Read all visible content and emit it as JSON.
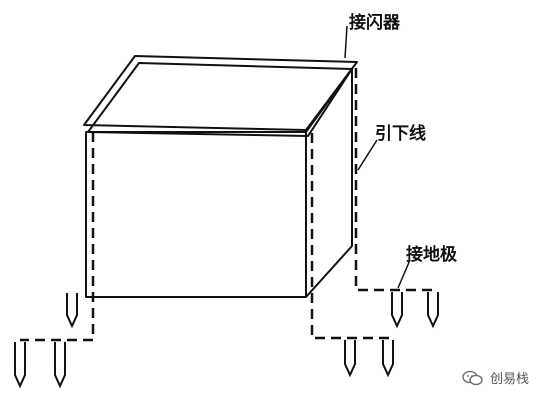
{
  "labels": {
    "lightning_arrester": "接闪器",
    "down_conductor": "引下线",
    "grounding_electrode": "接地极"
  },
  "watermark": {
    "text": "创易栈",
    "icon": "wechat-icon"
  },
  "colors": {
    "line": "#111111",
    "background": "#ffffff"
  }
}
